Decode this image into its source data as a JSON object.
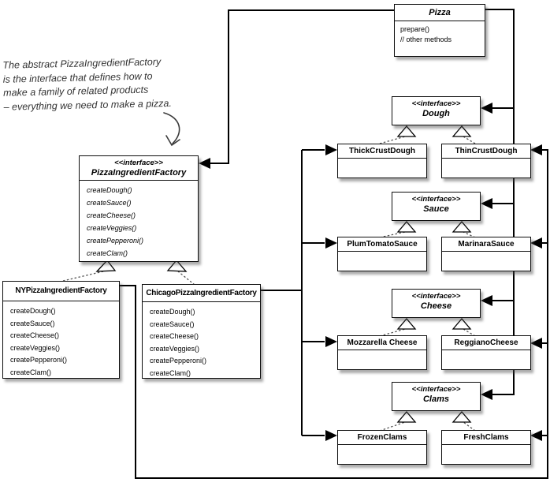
{
  "annotation": {
    "line1": "The abstract PizzaIngredientFactory",
    "line2": "is the interface that defines how to",
    "line3": "make a family of related products",
    "line4": "– everything we need to make a pizza."
  },
  "classes": {
    "pizza": {
      "name": "Pizza",
      "methods": [
        "prepare()",
        "// other methods"
      ]
    },
    "factory_interface": {
      "stereotype": "<<interface>>",
      "name": "PizzaIngredientFactory",
      "methods": [
        "createDough()",
        "createSauce()",
        "createCheese()",
        "createVeggies()",
        "createPepperoni()",
        "createClam()"
      ]
    },
    "ny_factory": {
      "name": "NYPizzaIngredientFactory",
      "methods": [
        "createDough()",
        "createSauce()",
        "createCheese()",
        "createVeggies()",
        "createPepperoni()",
        "createClam()"
      ]
    },
    "chicago_factory": {
      "name": "ChicagoPizzaIngredientFactory",
      "methods": [
        "createDough()",
        "createSauce()",
        "createCheese()",
        "createVeggies()",
        "createPepperoni()",
        "createClam()"
      ]
    },
    "dough_interface": {
      "stereotype": "<<interface>>",
      "name": "Dough"
    },
    "thick_crust_dough": {
      "name": "ThickCrustDough"
    },
    "thin_crust_dough": {
      "name": "ThinCrustDough"
    },
    "sauce_interface": {
      "stereotype": "<<interface>>",
      "name": "Sauce"
    },
    "plum_tomato_sauce": {
      "name": "PlumTomatoSauce"
    },
    "marinara_sauce": {
      "name": "MarinaraSauce"
    },
    "cheese_interface": {
      "stereotype": "<<interface>>",
      "name": "Cheese"
    },
    "mozzarella_cheese": {
      "name": "Mozzarella Cheese"
    },
    "reggiano_cheese": {
      "name": "ReggianoCheese"
    },
    "clams_interface": {
      "stereotype": "<<interface>>",
      "name": "Clams"
    },
    "frozen_clams": {
      "name": "FrozenClams"
    },
    "fresh_clams": {
      "name": "FreshClams"
    }
  },
  "colors": {
    "line": "#000000",
    "box_background": "#ffffff",
    "realization_dash": "#555555",
    "annotation_text": "#333333"
  }
}
